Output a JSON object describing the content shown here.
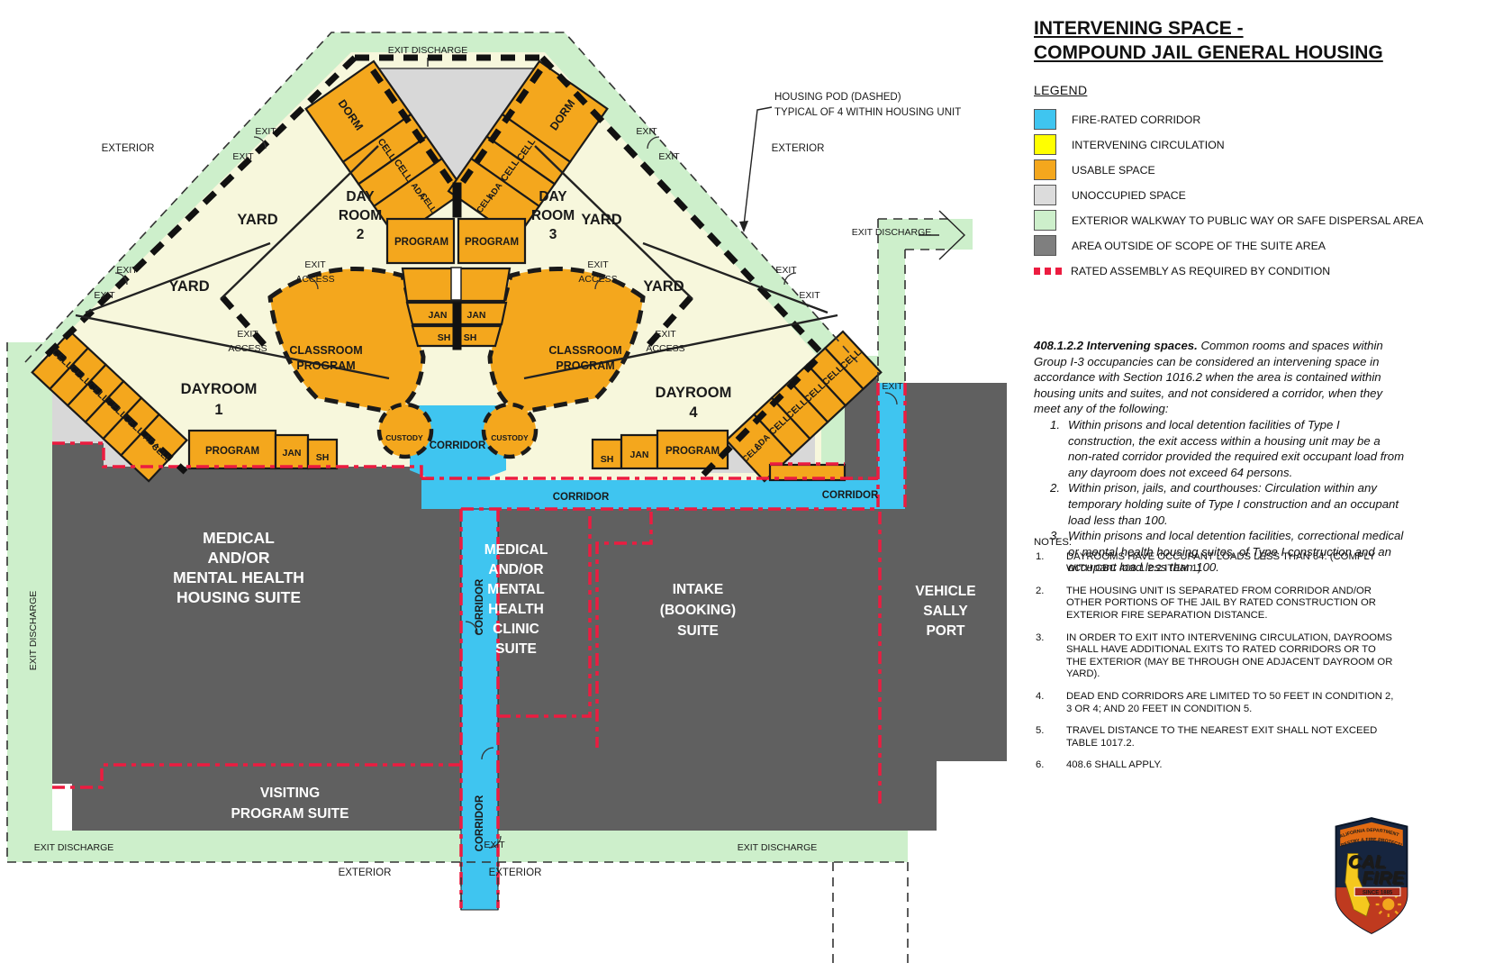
{
  "title": {
    "line1": "INTERVENING SPACE -",
    "line2": "COMPOUND JAIL GENERAL HOUSING"
  },
  "legend": {
    "heading": "LEGEND",
    "items": [
      {
        "label": "FIRE-RATED CORRIDOR",
        "color": "#3FC5F0",
        "type": "swatch"
      },
      {
        "label": "INTERVENING CIRCULATION",
        "color": "#FFFF00",
        "type": "swatch"
      },
      {
        "label": "USABLE SPACE",
        "color": "#F4A71D",
        "type": "swatch"
      },
      {
        "label": "UNOCCUPIED SPACE",
        "color": "#DCDCDC",
        "type": "swatch"
      },
      {
        "label": "EXTERIOR WALKWAY TO PUBLIC WAY OR SAFE DISPERSAL AREA",
        "color": "#CDEFCB",
        "type": "swatch"
      },
      {
        "label": "AREA OUTSIDE OF SCOPE OF THE SUITE AREA",
        "color": "#7F7F7F",
        "type": "swatch"
      },
      {
        "label": "RATED ASSEMBLY AS REQUIRED BY CONDITION",
        "color": "#EC1C40",
        "type": "dash"
      }
    ]
  },
  "code_section": {
    "heading": "408.1.2.2 Intervening spaces.",
    "intro": "Common rooms and spaces within Group I-3 occupancies can be considered an intervening space in accordance with Section 1016.2 when the area is contained within housing units and suites, and not considered a corridor, when they meet any of the following:",
    "items": [
      "Within prisons and local detention facilities of Type I construction, the exit access within a housing unit may be a non-rated corridor provided the required exit occupant load from any dayroom does not exceed 64 persons.",
      "Within prison, jails, and courthouses: Circulation within any temporary holding suite of Type I construction and an occupant load less than 100.",
      "Within prisons and local detention facilities, correctional medical or mental health housing suites, of Type I construction and an occupant load less than 100."
    ]
  },
  "notes": {
    "heading": "NOTES:",
    "items": [
      "DAYROOMS HAVE OCCUPANT LOADS LESS THAN 64. (COMPLY WITH CBC 408.1.2.2 ITEM 1)",
      "THE HOUSING UNIT IS SEPARATED FROM CORRIDOR AND/OR OTHER PORTIONS OF THE JAIL BY RATED CONSTRUCTION OR EXTERIOR FIRE SEPARATION DISTANCE.",
      "IN ORDER TO EXIT INTO INTERVENING CIRCULATION, DAYROOMS SHALL HAVE ADDITIONAL EXITS TO RATED CORRIDORS OR TO THE EXTERIOR (MAY BE THROUGH ONE ADJACENT DAYROOM OR YARD).",
      "DEAD END CORRIDORS ARE LIMITED TO 50 FEET IN CONDITION 2, 3 OR 4; AND 20 FEET IN CONDITION 5.",
      "TRAVEL DISTANCE TO THE NEAREST EXIT SHALL NOT EXCEED TABLE 1017.2.",
      "408.6 SHALL APPLY."
    ]
  },
  "logo": {
    "arc1": "CALIFORNIA DEPARTMENT OF",
    "arc2": "FORESTRY & FIRE PROTECTION",
    "cal": "CAL",
    "fire": "FIRE",
    "since": "SINCE 1885"
  },
  "plan": {
    "colors": {
      "fire_rated_corridor": "#3FC5F0",
      "usable_space": "#F4A71D",
      "unoccupied": "#D8D8D8",
      "exterior_walkway": "#CDEFCB",
      "out_of_scope": "#606060",
      "rated_assembly": "#EC1C40"
    },
    "labels": {
      "exit_discharge": "EXIT DISCHARGE",
      "exterior": "EXTERIOR",
      "exit": "EXIT",
      "access": "ACCESS",
      "yard": "YARD",
      "day": "DAY",
      "room": "ROOM",
      "num1": "1",
      "num2": "2",
      "num3": "3",
      "num4": "4",
      "dayroom": "DAYROOM",
      "dorm": "DORM",
      "cell": "CELL",
      "ada": "ADA",
      "program": "PROGRAM",
      "jan": "JAN",
      "sh": "SH",
      "classroom": "CLASSROOM",
      "custody": "CUSTODY",
      "corridor": "CORRIDOR",
      "pod_note1": "HOUSING POD (DASHED)",
      "pod_note2": "TYPICAL OF 4 WITHIN HOUSING UNIT",
      "medical": "MEDICAL",
      "and_or": "AND/OR",
      "mental_health": "MENTAL HEALTH",
      "housing_suite": "HOUSING SUITE",
      "mental": "MENTAL",
      "health": "HEALTH",
      "clinic": "CLINIC",
      "suite": "SUITE",
      "intake": "INTAKE",
      "booking": "(BOOKING)",
      "vehicle": "VEHICLE",
      "sally": "SALLY",
      "port": "PORT",
      "visiting": "VISITING",
      "program_suite": "PROGRAM SUITE"
    }
  }
}
